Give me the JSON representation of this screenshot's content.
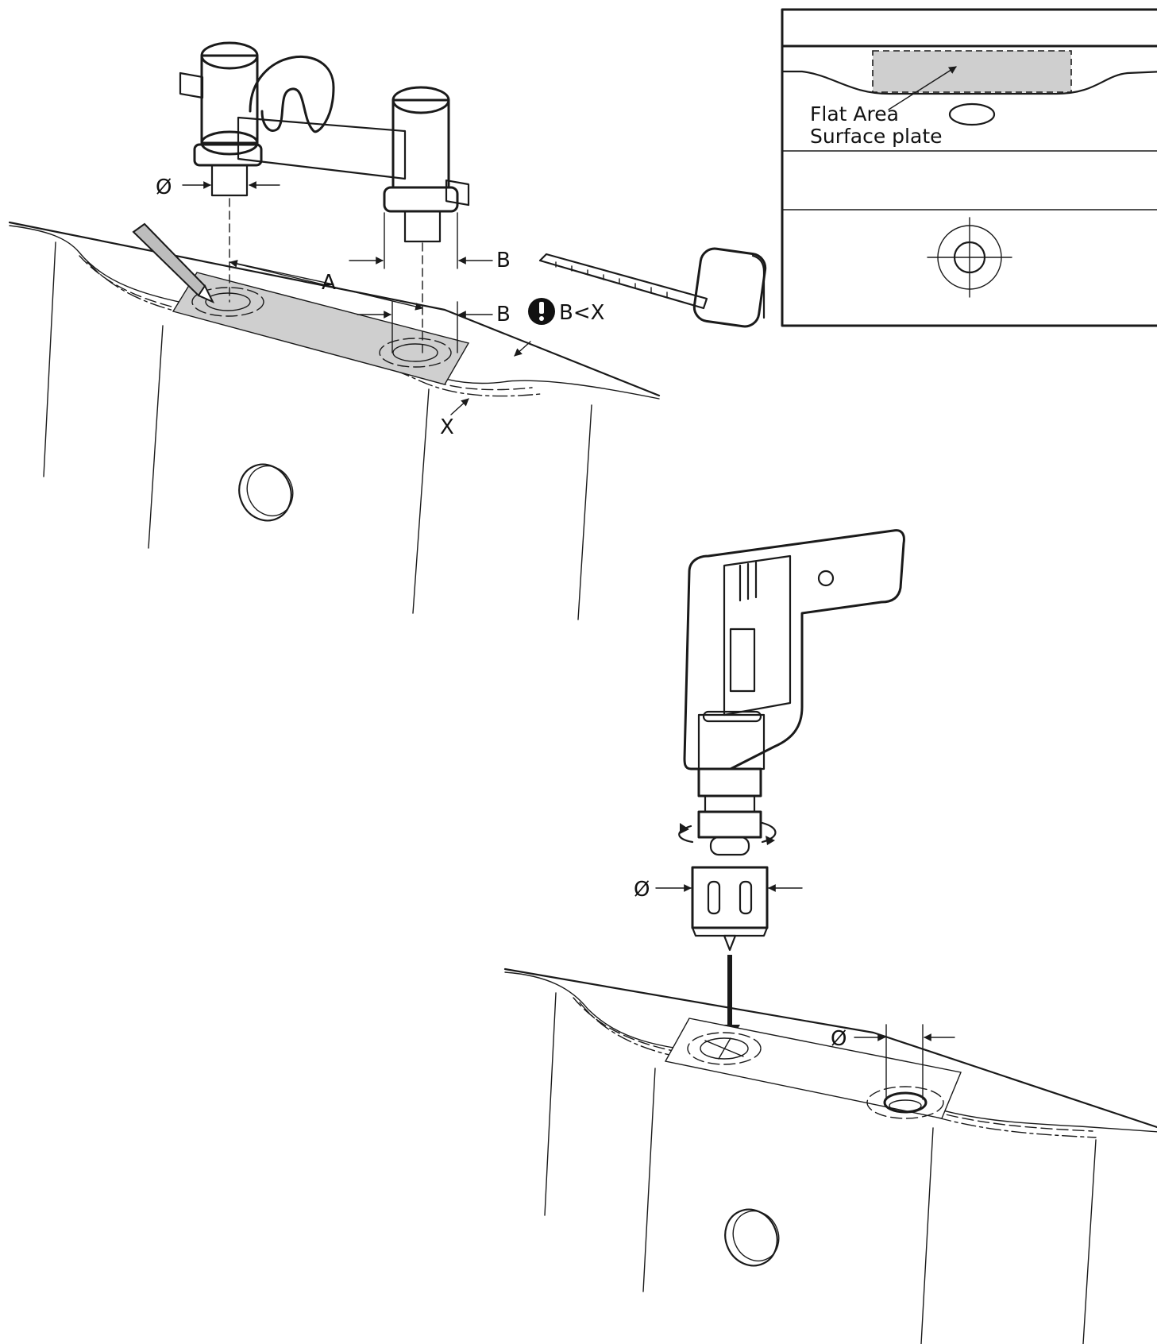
{
  "labels": {
    "diameter_symbol": "Ø",
    "dim_a": "A",
    "dim_b": "B",
    "dim_x": "X",
    "warning_text": "B<X",
    "flat_area": "Flat Area",
    "surface_plate": "Surface plate"
  },
  "icons": {
    "warning": "exclamation-circle-icon",
    "rotation": "rotation-arrow-icon",
    "crosshair": "crosshair-icon"
  },
  "colors": {
    "line": "#1a1a1a",
    "flat_area_fill": "#cfcfcf",
    "background": "#ffffff"
  }
}
